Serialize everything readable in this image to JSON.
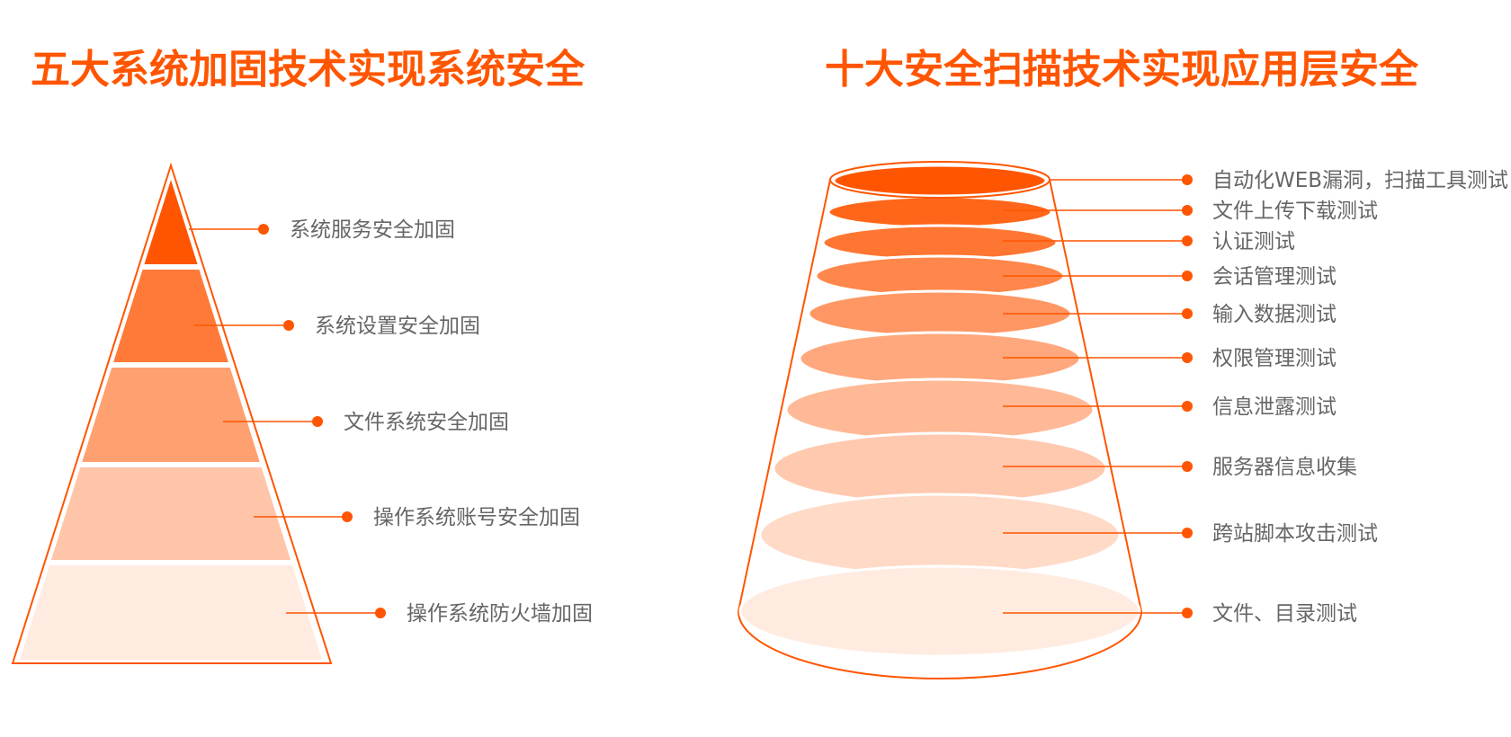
{
  "left_panel": {
    "title": "五大系统加固技术实现系统安全",
    "layers": [
      "系统服务安全加固",
      "系统设置安全加固",
      "文件系统安全加固",
      "操作系统账号安全加固",
      "操作系统防火墙加固"
    ]
  },
  "right_panel": {
    "title": "十大安全扫描技术实现应用层安全",
    "layers": [
      "自动化WEB漏洞，扫描工具测试",
      "文件上传下载测试",
      "认证测试",
      "会话管理测试",
      "输入数据测试",
      "权限管理测试",
      "信息泄露测试",
      "服务器信息收集",
      "跨站脚本攻击测试",
      "文件、目录测试"
    ]
  },
  "colors": {
    "accent": "#ff5500",
    "label_text": "#666666"
  }
}
